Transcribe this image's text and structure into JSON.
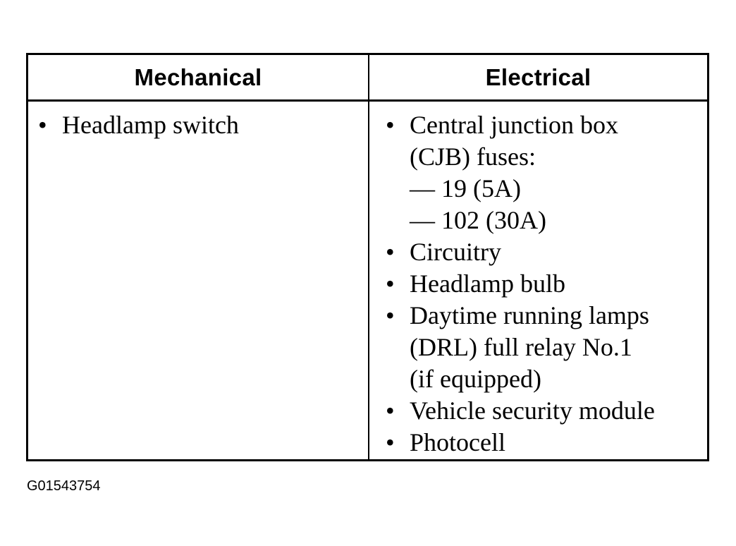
{
  "table": {
    "headers": [
      "Mechanical",
      "Electrical"
    ],
    "mechanical": [
      {
        "lines": [
          "Headlamp switch"
        ]
      }
    ],
    "electrical": [
      {
        "lines": [
          "Central junction box",
          "(CJB) fuses:",
          "—  19 (5A)",
          "—  102 (30A)"
        ]
      },
      {
        "lines": [
          "Circuitry"
        ]
      },
      {
        "lines": [
          "Headlamp bulb"
        ]
      },
      {
        "lines": [
          "Daytime running lamps",
          "(DRL) full relay No.1",
          "(if equipped)"
        ]
      },
      {
        "lines": [
          "Vehicle security module"
        ]
      },
      {
        "lines": [
          "Photocell"
        ]
      }
    ],
    "bullet": "•"
  },
  "figure_code": "G01543754"
}
